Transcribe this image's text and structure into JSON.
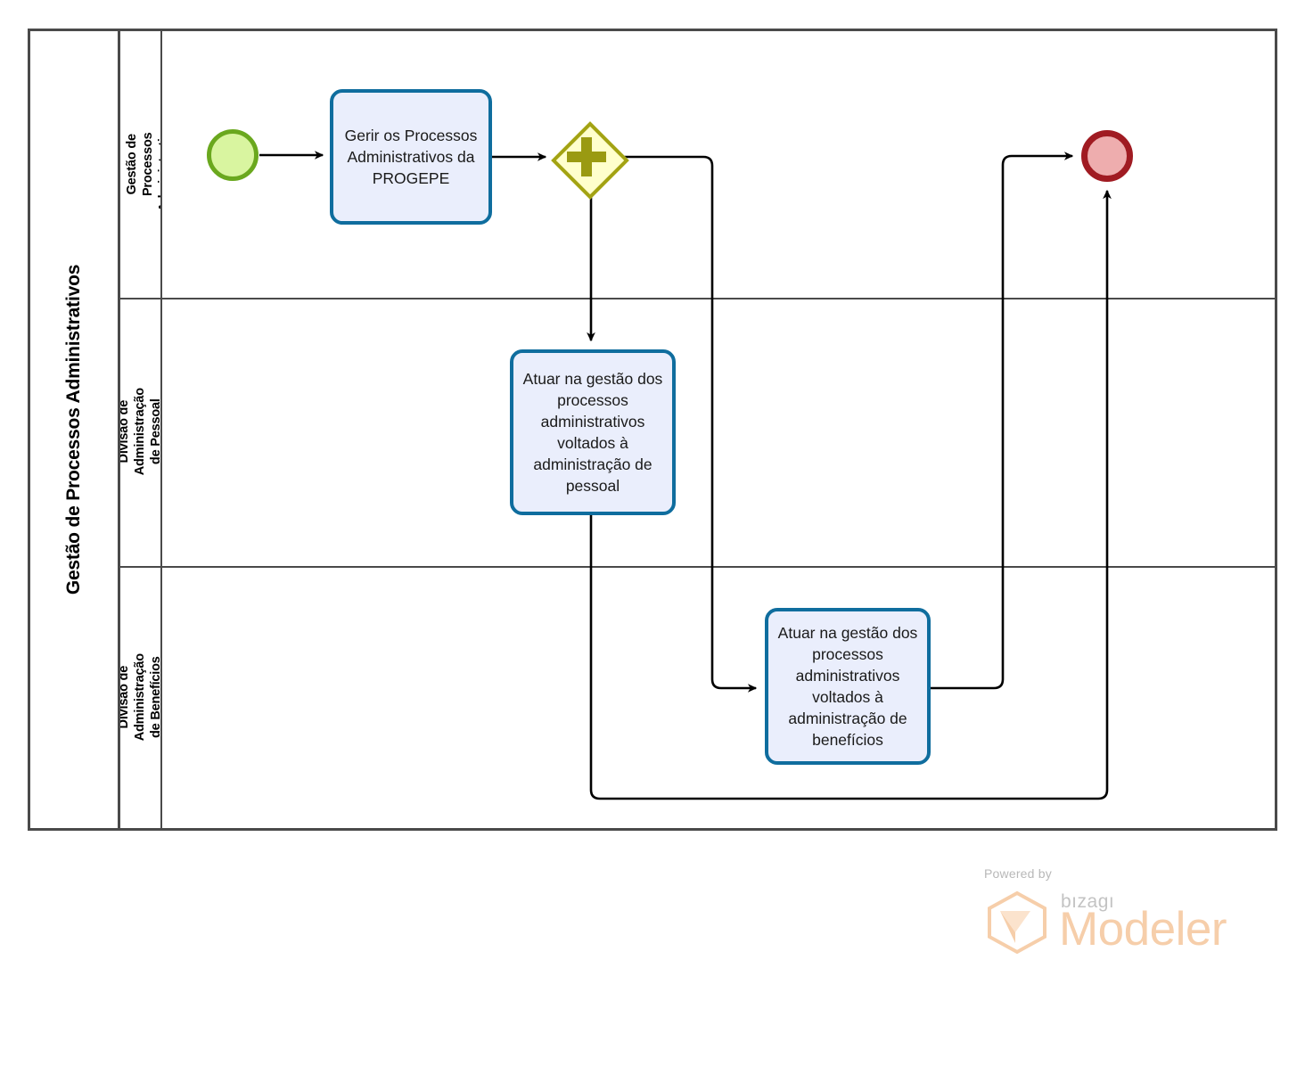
{
  "diagram": {
    "type": "bpmn-process-diagram",
    "pool": {
      "name": "Gestão de Processos Administrativos"
    },
    "lanes": [
      {
        "id": "lane-diretoria",
        "name": "Diretoria de Gestão de Processos Administrativos"
      },
      {
        "id": "lane-pessoal",
        "name": "Divisão de Administração de Pessoal"
      },
      {
        "id": "lane-beneficios",
        "name": "Divisão de Administração de Benefícios"
      }
    ],
    "events": [
      {
        "id": "start-event",
        "type": "start-event",
        "lane": "lane-diretoria",
        "label": "",
        "fill": "#d9f5a0",
        "stroke": "#6aa81e"
      },
      {
        "id": "end-event",
        "type": "end-event",
        "lane": "lane-diretoria",
        "label": "",
        "fill": "#eeadae",
        "stroke": "#a01b22"
      }
    ],
    "gateways": [
      {
        "id": "parallel-gateway",
        "type": "parallel-gateway",
        "symbol": "+",
        "lane": "lane-diretoria",
        "fill": "#ffffcc",
        "stroke": "#a3a313"
      }
    ],
    "tasks": [
      {
        "id": "task-gerir",
        "lane": "lane-diretoria",
        "label": "Gerir os Processos Administrativos da PROGEPE",
        "fill": "#eaeefc",
        "stroke": "#0f6d9e"
      },
      {
        "id": "task-pessoal",
        "lane": "lane-pessoal",
        "label": "Atuar na gestão dos processos administrativos voltados à administração de pessoal",
        "fill": "#eaeefc",
        "stroke": "#0f6d9e"
      },
      {
        "id": "task-beneficios",
        "lane": "lane-beneficios",
        "label": "Atuar na gestão dos processos administrativos voltados à administração de benefícios",
        "fill": "#eaeefc",
        "stroke": "#0f6d9e"
      }
    ],
    "sequence_flows": [
      {
        "id": "flow-start-gerir",
        "from": "start-event",
        "to": "task-gerir"
      },
      {
        "id": "flow-gerir-gateway",
        "from": "task-gerir",
        "to": "parallel-gateway"
      },
      {
        "id": "flow-gateway-pessoal",
        "from": "parallel-gateway",
        "to": "task-pessoal"
      },
      {
        "id": "flow-gateway-beneficios",
        "from": "parallel-gateway",
        "to": "task-beneficios"
      },
      {
        "id": "flow-pessoal-end",
        "from": "task-pessoal",
        "to": "end-event"
      },
      {
        "id": "flow-beneficios-end",
        "from": "task-beneficios",
        "to": "end-event"
      }
    ]
  },
  "watermark": {
    "powered_by": "Powered by",
    "brand": "bızagı",
    "product": "Modeler",
    "color": "#f6ceaa"
  }
}
